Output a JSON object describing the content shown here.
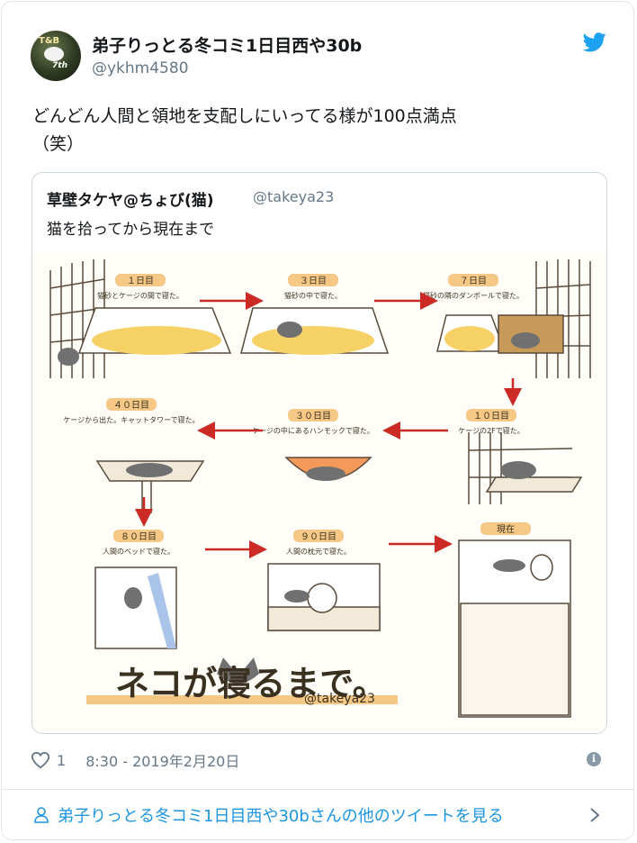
{
  "tweet": {
    "author_name": "弟子りっとる冬コミ1日目西や30b",
    "author_handle": "@ykhm4580",
    "avatar_text": "T&B",
    "avatar_badge": "7th",
    "text": "どんどん人間と領地を支配しにいってる様が100点満点\n（笑）",
    "likes": "1",
    "timestamp": "8:30 - 2019年2月20日"
  },
  "quoted": {
    "author_name": "草壁タケヤ@ちょび(猫)",
    "author_handle": "@takeya23",
    "text": "猫を拾ってから現在まで"
  },
  "illustration": {
    "panels": [
      {
        "day": "１日目",
        "caption": "猫砂とケージの間で寝た。"
      },
      {
        "day": "３日目",
        "caption": "猫砂の中で寝た。"
      },
      {
        "day": "７日目",
        "caption": "猫砂の隣のダンボールで寝た。"
      },
      {
        "day": "１０日目",
        "caption": "ケージの2Fで寝た。"
      },
      {
        "day": "３０日目",
        "caption": "ケージの中にあるハンモックで寝た。"
      },
      {
        "day": "４０日目",
        "caption": "ケージから出た。キャットタワーで寝た。"
      },
      {
        "day": "８０日目",
        "caption": "人間のベッドで寝た。"
      },
      {
        "day": "９０日目",
        "caption": "人間の枕元で寝た。"
      },
      {
        "day": "現在",
        "caption": ""
      }
    ],
    "title": "ネコが寝るまで。",
    "signature": "@takeya23"
  },
  "footer": {
    "link_text": "弟子りっとる冬コミ1日目西や30bさんの他のツイートを見る"
  },
  "colors": {
    "accent": "#1da1f2",
    "link": "#1b95e0",
    "arrow": "#cc2a24",
    "label_bg": "#f5c886"
  },
  "icons": [
    "twitter-bird-icon",
    "heart-icon",
    "info-icon",
    "person-icon",
    "chevron-right-icon"
  ]
}
